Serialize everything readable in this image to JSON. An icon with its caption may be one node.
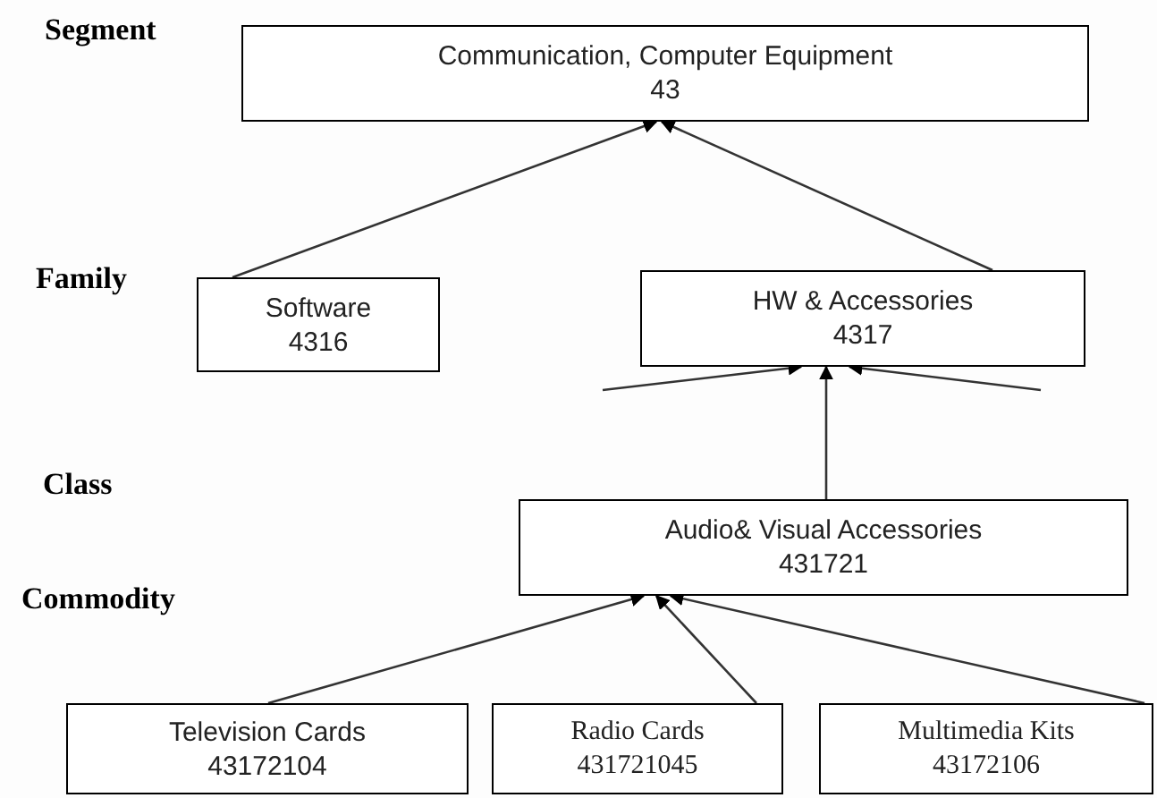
{
  "diagram": {
    "nodes": [
      {
        "text": [
          "Communication, Computer Equipment",
          "43"
        ]
      },
      {
        "text": [
          "Software",
          "4316"
        ]
      },
      {
        "text": [
          "HW & Accessories",
          "4317"
        ]
      },
      {
        "text": [
          "Audio& Visual Accessories",
          "431721"
        ]
      },
      {
        "text": [
          "Television Cards",
          "43172104"
        ]
      },
      {
        "text": [
          "Radio Cards",
          "431721045"
        ]
      },
      {
        "text": [
          "Multimedia Kits",
          "43172106"
        ]
      }
    ],
    "edges": [
      {
        "from": 1,
        "to": 0,
        "arrow": "to"
      },
      {
        "from": 2,
        "to": 0,
        "arrow": "to"
      },
      {
        "from": null,
        "to": 2,
        "arrow": "to"
      },
      {
        "from": 3,
        "to": 2,
        "arrow": "to"
      },
      {
        "from": null,
        "to": 2,
        "arrow": "to"
      },
      {
        "from": 4,
        "to": 3,
        "arrow": "to"
      },
      {
        "from": 5,
        "to": 3,
        "arrow": "to"
      },
      {
        "from": 6,
        "to": 3,
        "arrow": "to"
      }
    ],
    "labels": [
      "Segment",
      "Family",
      "Class",
      "Commodity"
    ]
  }
}
